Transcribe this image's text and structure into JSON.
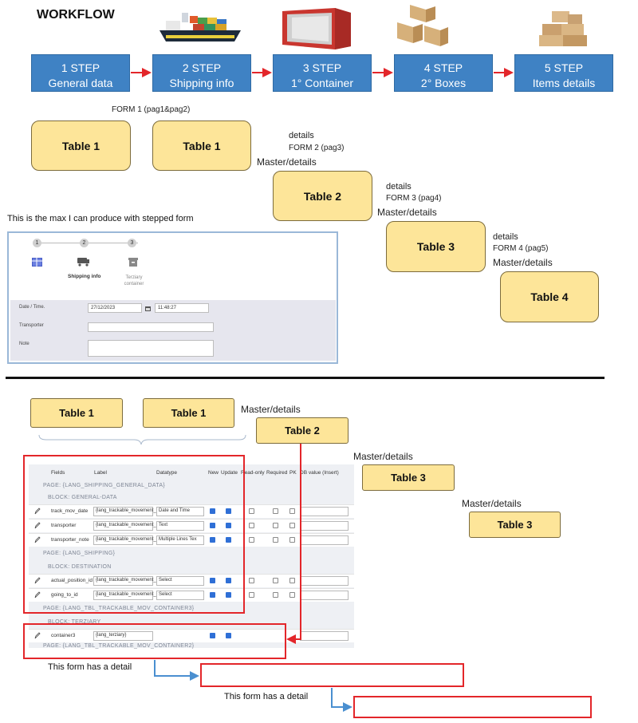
{
  "workflow": {
    "title": "WORKFLOW",
    "steps": [
      {
        "num": "1 STEP",
        "name": "General data"
      },
      {
        "num": "2 STEP",
        "name": "Shipping info"
      },
      {
        "num": "3 STEP",
        "name": "1° Container"
      },
      {
        "num": "4 STEP",
        "name": "2° Boxes"
      },
      {
        "num": "5 STEP",
        "name": "Items details"
      }
    ],
    "form1": "FORM 1 (pag1&pag2)",
    "tables": [
      "Table 1",
      "Table 1",
      "Table 2",
      "Table 3",
      "Table 4"
    ],
    "details": "details",
    "form2": "FORM 2 (pag3)",
    "form3": "FORM 3 (pag4)",
    "form4": "FORM 4 (pag5)",
    "master_details": "Master/details",
    "caption": "This is the max I can produce with stepped form"
  },
  "stepped_form": {
    "steps": [
      "1",
      "2",
      "3"
    ],
    "active_label": "Shipping info",
    "third_label_1": "Terziary",
    "third_label_2": "container",
    "date_label": "Date / Time.",
    "date_value": "27/12/2023",
    "time_value": "11:48:27",
    "transporter_label": "Transporter",
    "note_label": "Note"
  },
  "bottom": {
    "tables": [
      "Table 1",
      "Table 1",
      "Table 2",
      "Table 3",
      "Table 3"
    ],
    "master_details": "Master/details",
    "has_detail": "This form has a detail"
  },
  "grid": {
    "headers": [
      "Fields",
      "Label",
      "Datatype",
      "New",
      "Update",
      "Read-only",
      "Required",
      "PK",
      "DB value (Insert)"
    ],
    "page1": "PAGE: {LANG_SHIPPING_GENERAL_DATA}",
    "block1": "BLOCK: GENERAL-DATA",
    "rows1": [
      {
        "field": "track_mov_date",
        "label": "{lang_trackable_movement_",
        "type": "Date and Time"
      },
      {
        "field": "transporter",
        "label": "{lang_trackable_movement_",
        "type": "Text"
      },
      {
        "field": "transporter_note",
        "label": "{lang_trackable_movement_",
        "type": "Multiple Lines Tex"
      }
    ],
    "page2": "PAGE: {LANG_SHIPPING}",
    "block2": "BLOCK: DESTINATION",
    "rows2": [
      {
        "field": "actual_position_id",
        "label": "{lang_trackable_movement_",
        "type": "Select"
      },
      {
        "field": "going_to_id",
        "label": "{lang_trackable_movement_",
        "type": "Select"
      }
    ],
    "page3": "PAGE: {LANG_TBL_TRACKABLE_MOV_CONTAINER3}",
    "block3": "BLOCK: TERZIARY",
    "row3": {
      "field": "container3",
      "label": "{lang_terziary}"
    },
    "page4": "PAGE: {LANG_TBL_TRACKABLE_MOV_CONTAINER2}"
  },
  "colors": {
    "step": "#3f82c4",
    "table": "#fde599",
    "red": "#e3262a",
    "blue_arrow": "#4a8fd0"
  }
}
